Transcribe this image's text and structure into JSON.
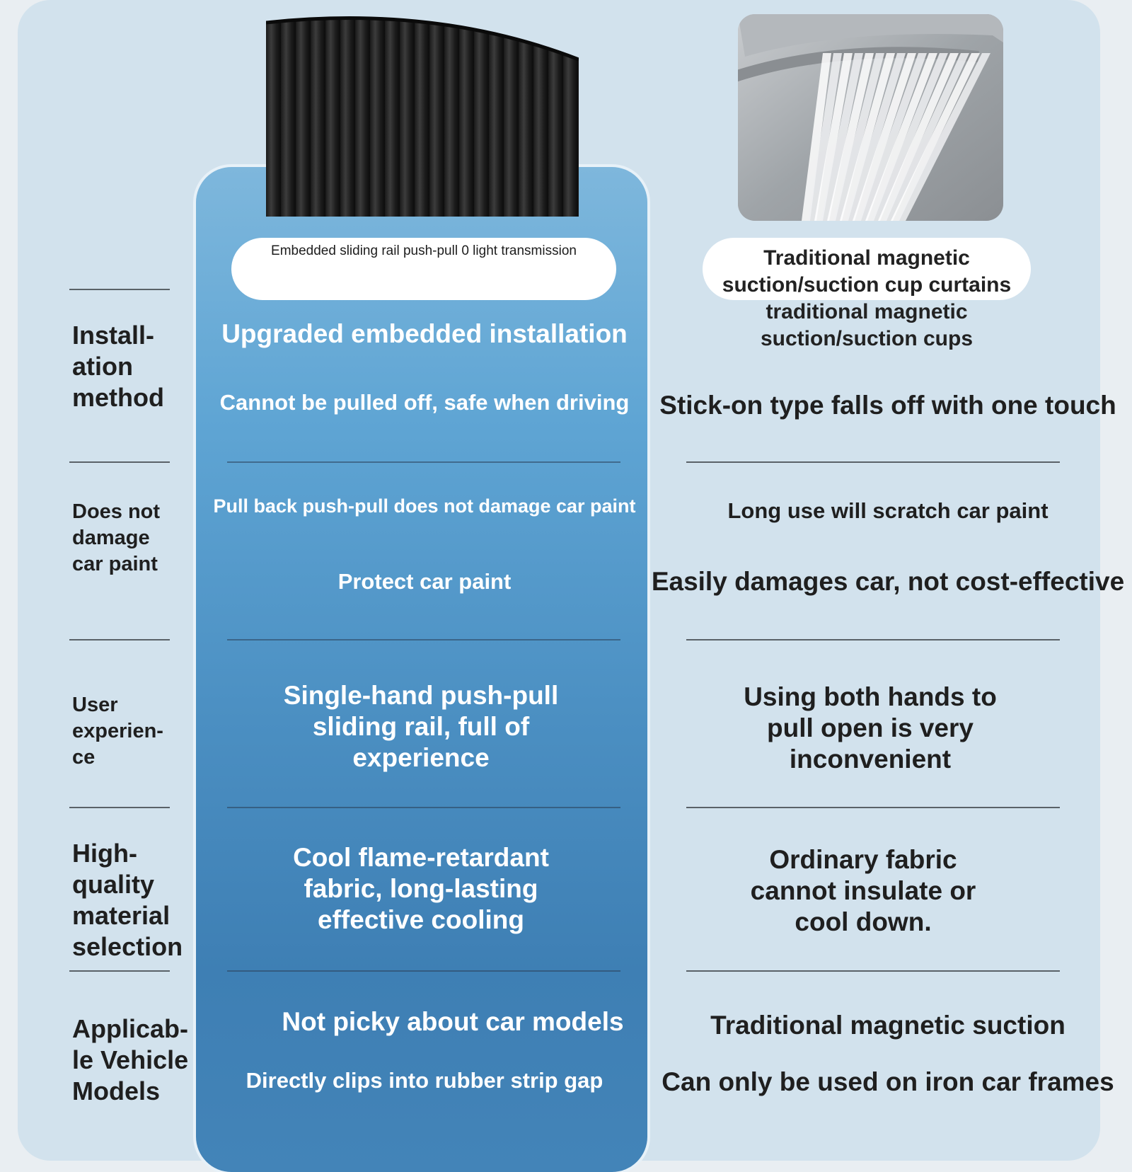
{
  "product": {
    "name": "Embedded sliding rail push-pull 0 light transmission"
  },
  "traditional": {
    "title": "Traditional magnetic suction/suction cup curtains",
    "subtitle": "traditional magnetic suction/suction cups"
  },
  "rows": [
    {
      "label": "Install-ation method",
      "ours": [
        "Upgraded embedded installation",
        "Cannot be pulled off, safe when driving"
      ],
      "theirs": [
        "Stick-on type falls off with one touch"
      ]
    },
    {
      "label": "Does not damage car paint",
      "ours": [
        "Pull back push-pull does not damage car paint",
        "Protect car paint"
      ],
      "theirs": [
        "Long use will scratch car paint",
        "Easily damages car, not cost-effective"
      ]
    },
    {
      "label": "User experien-ce",
      "ours": [
        "Single-hand push-pull sliding rail, full of experience"
      ],
      "theirs": [
        "Using both hands to pull open is very inconvenient"
      ]
    },
    {
      "label": "High-quality material selection",
      "ours": [
        "Cool flame-retardant fabric, long-lasting effective cooling"
      ],
      "theirs": [
        "Ordinary fabric cannot insulate or cool down."
      ]
    },
    {
      "label": "Applicab-le Vehicle Models",
      "ours": [
        "Not picky about car models",
        "Directly clips into rubber strip gap"
      ],
      "theirs": [
        "Traditional magnetic suction",
        "Can only be used on iron car frames"
      ]
    }
  ],
  "colors": {
    "background": "#d2e2ed",
    "highlight_column": "#5fa5d4",
    "text_dark": "#1f1f1f",
    "text_light": "#ffffff"
  }
}
